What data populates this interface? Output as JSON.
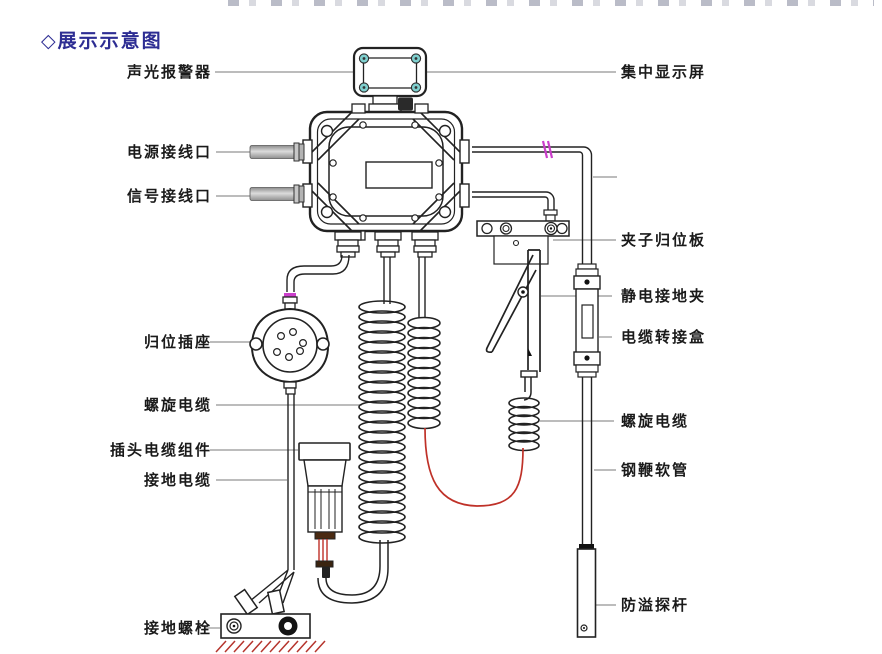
{
  "page": {
    "title": "◇展示示意图"
  },
  "labels": {
    "left": [
      {
        "text": "声光报警器"
      },
      {
        "text": "电源接线口"
      },
      {
        "text": "信号接线口"
      },
      {
        "text": "归位插座"
      },
      {
        "text": "螺旋电缆"
      },
      {
        "text": "插头电缆组件"
      },
      {
        "text": "接地电缆"
      },
      {
        "text": "接地螺栓"
      }
    ],
    "right": [
      {
        "text": "集中显示屏"
      },
      {
        "text": "夹子归位板"
      },
      {
        "text": "静电接地夹"
      },
      {
        "text": "电缆转接盒"
      },
      {
        "text": "螺旋电缆"
      },
      {
        "text": "钢鞭软管"
      },
      {
        "text": "防溢探杆"
      }
    ]
  },
  "colors": {
    "title": "#2d2d93",
    "label_text": "#1a1a1a",
    "leader_line": "#a6a6a6",
    "line_art": "#222222",
    "accent_red": "#bf3128",
    "accent_magenta": "#cc3fcc",
    "screw_teal": "#7fd0cf",
    "cable_gray": "#9a9a9a"
  }
}
